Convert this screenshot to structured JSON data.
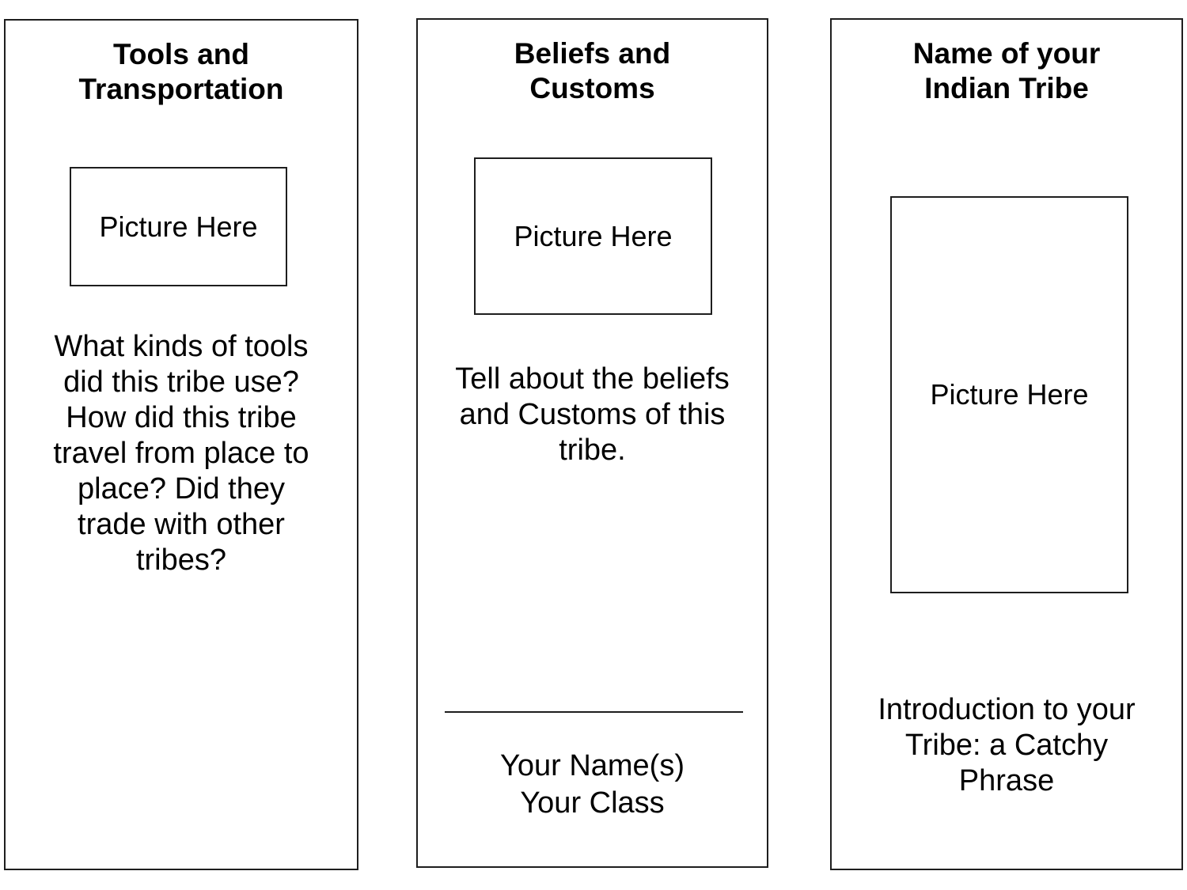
{
  "page": {
    "background": "#ffffff",
    "text_color": "#000000",
    "border_color": "#1e1e1e"
  },
  "panels": [
    {
      "name": "tools-and-transportation",
      "title": "Tools and\nTransportation",
      "picture_placeholder": "Picture Here",
      "body": "What kinds of tools\ndid this tribe use?\nHow did this tribe\ntravel from place to\nplace? Did they\ntrade with other\ntribes?"
    },
    {
      "name": "beliefs-and-customs",
      "title": "Beliefs and\nCustoms",
      "picture_placeholder": "Picture Here",
      "body": "Tell about the beliefs\nand Customs of this\ntribe.",
      "signature": "Your Name(s)\nYour Class"
    },
    {
      "name": "name-of-your-indian-tribe",
      "title": "Name of your\nIndian Tribe",
      "picture_placeholder": "Picture Here",
      "body": "Introduction to your\nTribe: a Catchy\nPhrase"
    }
  ]
}
